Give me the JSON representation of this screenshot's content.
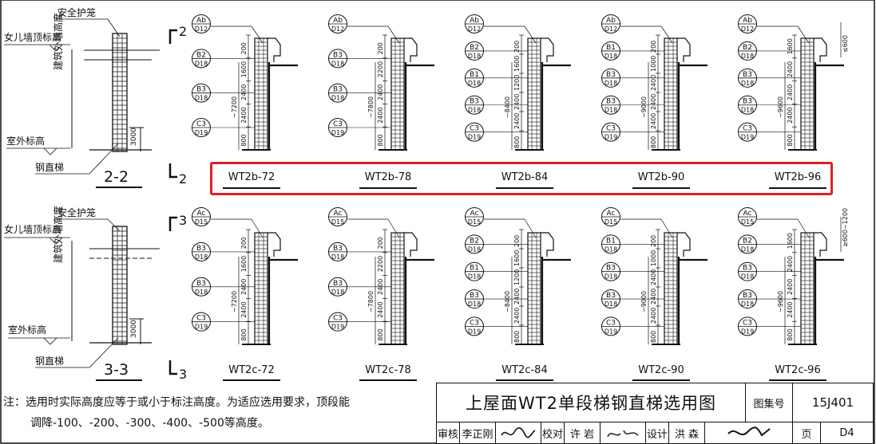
{
  "left_labels": {
    "safety_cage": "安全护笼",
    "parapet_top": "女儿墙顶标高",
    "wall_height": "建筑外墙高度",
    "outdoor_level": "室外标高",
    "steel_ladder": "钢直梯",
    "dim_3000": "3000"
  },
  "sections": [
    {
      "label": "2-2",
      "mark_top": "2",
      "mark_bottom": "2"
    },
    {
      "label": "3-3",
      "mark_top": "3",
      "mark_bottom": "3"
    }
  ],
  "rows": [
    {
      "series": "b",
      "models": [
        {
          "name": "WT2b-72",
          "total": "~7200",
          "circles": [
            [
              "Ab",
              "D12"
            ],
            [
              "B2",
              "D18"
            ],
            [
              "B3",
              "D18"
            ],
            [
              "C3",
              "D19"
            ]
          ],
          "dims": [
            "200",
            "1600",
            "2400",
            "2400",
            "800"
          ]
        },
        {
          "name": "WT2b-78",
          "total": "~7800",
          "circles": [
            [
              "Ab",
              "D12"
            ],
            [
              "B3",
              "D18"
            ],
            [
              "B3",
              "D18"
            ],
            [
              "C3",
              "D19"
            ]
          ],
          "dims": [
            "200",
            "2200",
            "2400",
            "2400",
            "800"
          ]
        },
        {
          "name": "WT2b-84",
          "total": "~8400",
          "circles": [
            [
              "Ab",
              "D12"
            ],
            [
              "B2",
              "D18"
            ],
            [
              "B1",
              "D18"
            ],
            [
              "B3",
              "D18"
            ],
            [
              "C3",
              "D19"
            ]
          ],
          "dims": [
            "200",
            "1600",
            "1200",
            "2400",
            "2400",
            "800"
          ]
        },
        {
          "name": "WT2b-90",
          "total": "~9000",
          "circles": [
            [
              "Ab",
              "D12"
            ],
            [
              "B1",
              "D18"
            ],
            [
              "B3",
              "D18"
            ],
            [
              "B3",
              "D18"
            ],
            [
              "C3",
              "D19"
            ]
          ],
          "dims": [
            "200",
            "1000",
            "2400",
            "2400",
            "2400",
            "800"
          ]
        },
        {
          "name": "WT2b-96",
          "total": "~9600",
          "circles": [
            [
              "Ab",
              "D12"
            ],
            [
              "B2",
              "D18"
            ],
            [
              "B3",
              "D18"
            ],
            [
              "B3",
              "D18"
            ],
            [
              "C3",
              "D19"
            ]
          ],
          "dims": [
            "1600",
            "2400",
            "2400",
            "2400",
            "800"
          ],
          "side_dim": "≤600"
        }
      ]
    },
    {
      "series": "c",
      "models": [
        {
          "name": "WT2c-72",
          "total": "~7200",
          "circles": [
            [
              "Ac",
              "D15"
            ],
            [
              "B3",
              "D18"
            ],
            [
              "B3",
              "D18"
            ],
            [
              "C3",
              "D19"
            ]
          ],
          "dims": [
            "200",
            "1600",
            "2400",
            "2400",
            "800"
          ]
        },
        {
          "name": "WT2c-78",
          "total": "~7800",
          "circles": [
            [
              "Ac",
              "D15"
            ],
            [
              "B3",
              "D18"
            ],
            [
              "B3",
              "D18"
            ],
            [
              "C3",
              "D19"
            ]
          ],
          "dims": [
            "200",
            "2200",
            "2400",
            "2400",
            "800"
          ]
        },
        {
          "name": "WT2c-84",
          "total": "~8400",
          "circles": [
            [
              "Ac",
              "D15"
            ],
            [
              "B2",
              "D18"
            ],
            [
              "B1",
              "D18"
            ],
            [
              "B3",
              "D18"
            ],
            [
              "C3",
              "D19"
            ]
          ],
          "dims": [
            "200",
            "1600",
            "1200",
            "2400",
            "2400",
            "800"
          ]
        },
        {
          "name": "WT2c-90",
          "total": "~9000",
          "circles": [
            [
              "Ac",
              "D15"
            ],
            [
              "B1",
              "D18"
            ],
            [
              "B3",
              "D18"
            ],
            [
              "B3",
              "D18"
            ],
            [
              "C3",
              "D19"
            ]
          ],
          "dims": [
            "200",
            "1000",
            "2400",
            "2400",
            "2400",
            "800"
          ]
        },
        {
          "name": "WT2c-96",
          "total": "~9600",
          "circles": [
            [
              "Ac",
              "D15"
            ],
            [
              "B2",
              "D18"
            ],
            [
              "B3",
              "D18"
            ],
            [
              "B3",
              "D18"
            ],
            [
              "C3",
              "D19"
            ]
          ],
          "dims": [
            "1600",
            "2400",
            "2400",
            "2400",
            "800"
          ],
          "side_dim": "≥600~1200"
        }
      ]
    }
  ],
  "highlight_color": "#e02020",
  "note": {
    "line1": "注：选用时实际高度应等于或小于标注高度。为适应选用要求，顶段能",
    "line2": "调降-100、-200、-300、-400、-500等高度。"
  },
  "title_block": {
    "title": "上屋面WT2单段梯钢直梯选用图",
    "atlas_label": "图集号",
    "atlas_no": "15J401",
    "review_label": "审核",
    "reviewer": "李正刚",
    "check_label": "校对",
    "checker": "许  岩",
    "design_label": "设计",
    "designer": "洪  森",
    "page_label": "页",
    "page_no": "D4"
  }
}
